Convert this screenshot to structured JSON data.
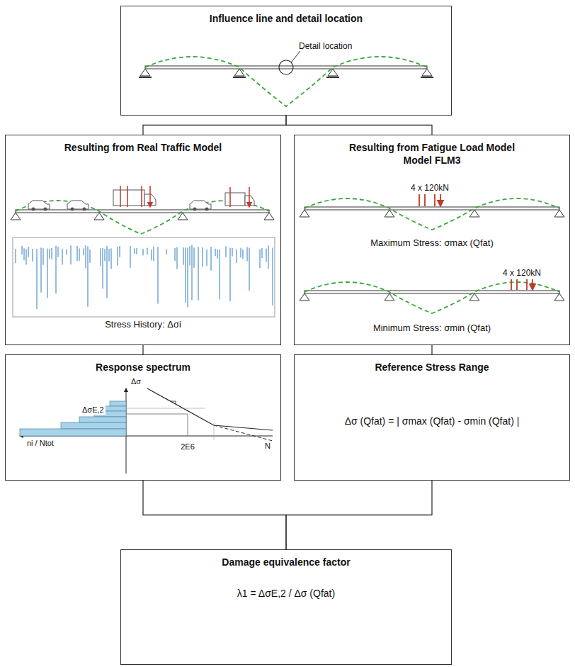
{
  "diagram": {
    "nodes": [
      {
        "text": [
          "Influence line and detail location"
        ]
      },
      {
        "text": [
          "Resulting from Real Traffic Model"
        ]
      },
      {
        "text": [
          "Resulting from Fatigue Load Model Model FLM3"
        ]
      },
      {
        "text": [
          "Response spectrum"
        ]
      },
      {
        "text": [
          "Reference Stress Range",
          "Δσ (Qfat) = | σmax (Qfat) - σmin (Qfat) |"
        ]
      },
      {
        "text": [
          "Damage equivalence factor",
          "λ1 = ΔσE,2 / Δσ (Qfat)"
        ]
      }
    ],
    "edges": [
      {
        "from": 0,
        "to": 1,
        "arrow": "none"
      },
      {
        "from": 0,
        "to": 2,
        "arrow": "none"
      },
      {
        "from": 1,
        "to": 3,
        "arrow": "none"
      },
      {
        "from": 2,
        "to": 4,
        "arrow": "none"
      },
      {
        "from": 3,
        "to": 5,
        "arrow": "none"
      },
      {
        "from": 4,
        "to": 5,
        "arrow": "none"
      }
    ],
    "labels": [
      "Detail location",
      "Stress History: Δσi",
      "4 x 120kN",
      "Maximum Stress: σmax (Qfat)",
      "4 x 120kN",
      "Minimum Stress: σmin (Qfat)",
      "Δσ",
      "ΔσE,2",
      "ni / Ntot",
      "2E6",
      "N"
    ]
  }
}
